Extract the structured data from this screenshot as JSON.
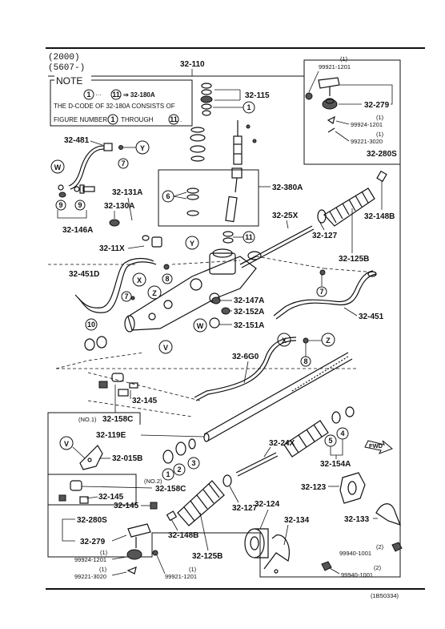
{
  "header": {
    "line1": "(2000)",
    "line2": "(5607-)"
  },
  "footer_code": "(1B50334)",
  "note": {
    "title": "NOTE",
    "range_from": "1",
    "range_dots": "···",
    "range_to": "11",
    "arrow_ref": "⇒ 32-180A",
    "line2": "THE D-CODE OF 32-180A CONSISTS OF",
    "line3_pre": "FIGURE NUMBERS",
    "line3_a": "1",
    "line3_mid": "THROUGH",
    "line3_b": "11",
    "line3_end": "."
  },
  "part_labels": {
    "p32_110": "32-110",
    "p99921_top": "99921-1201",
    "p99921_top_q": "(1)",
    "p32_115": "32-115",
    "p32_279_top": "32-279",
    "p99924_top": "99924-1201",
    "p99924_top_q": "(1)",
    "p99221_top": "99221-3020",
    "p99221_top_q": "(1)",
    "p32_280s_top": "32-280S",
    "p32_481": "32-481",
    "p32_380a": "32-380A",
    "p32_131a": "32-131A",
    "p32_130a": "32-130A",
    "p32_146a": "32-146A",
    "p32_25x": "32-25X",
    "p32_148b_top": "32-148B",
    "p32_127_top": "32-127",
    "p32_125b_top": "32-125B",
    "p32_11x": "32-11X",
    "p32_451d": "32-451D",
    "p32_147a": "32-147A",
    "p32_152a": "32-152A",
    "p32_151a": "32-151A",
    "p32_451": "32-451",
    "p32_6g0": "32-6G0",
    "p32_145_top": "32-145",
    "p32_158c_no1": "32-158C",
    "no1": "(NO.1)",
    "p32_119e": "32-119E",
    "p32_24x": "32-24X",
    "p32_154a": "32-154A",
    "p32_015b": "32-015B",
    "no2": "(NO.2)",
    "p32_158c_no2": "32-158C",
    "p32_145_a": "32-145",
    "p32_145_b": "32-145",
    "p32_123": "32-123",
    "p32_127_bot": "32-127",
    "p32_124": "32-124",
    "p32_134": "32-134",
    "p32_133": "32-133",
    "p32_280s_bot": "32-280S",
    "p32_279_bot": "32-279",
    "p32_148b_bot": "32-148B",
    "p32_125b_bot": "32-125B",
    "p99924_bot": "99924-1201",
    "p99924_bot_q": "(1)",
    "p99221_bot": "99221-3020",
    "p99221_bot_q": "(1)",
    "p99921_bot": "99921-1201",
    "p99921_bot_q": "(1)",
    "p99940_a": "99940-1001",
    "p99940_a_q": "(2)",
    "p99940_b": "99940-1001",
    "p99940_b_q": "(2)",
    "fwd": "FWD"
  },
  "callouts": {
    "c1": "1",
    "c2": "2",
    "c3": "3",
    "c4": "4",
    "c5": "5",
    "c6": "6",
    "c7": "7",
    "c8": "8",
    "c9": "9",
    "c10": "10",
    "c11": "11",
    "X": "X",
    "Y": "Y",
    "Z": "Z",
    "V": "V",
    "W": "W"
  }
}
